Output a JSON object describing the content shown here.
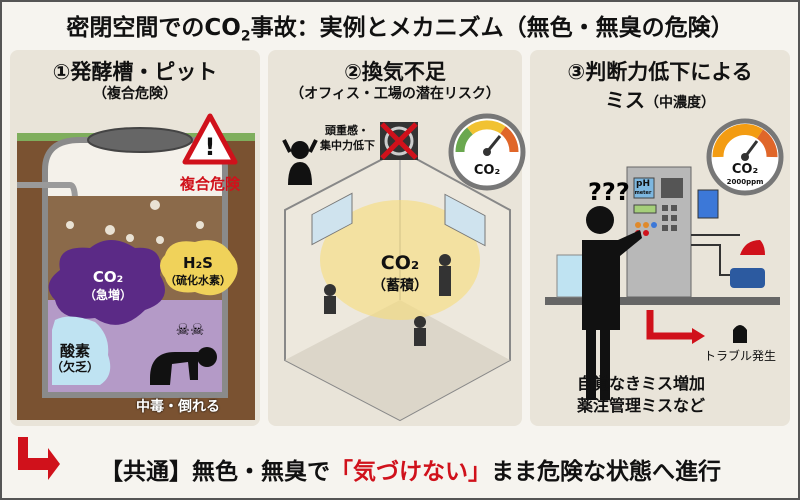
{
  "title": {
    "main": "密閉空間でのCO",
    "sub": "2",
    "rest": "事故：実例とメカニズム（無色・無臭の危険）"
  },
  "panels": [
    {
      "heading": "①発酵槽・ピット",
      "subheading": "（複合危険）",
      "labels": {
        "warning": "複合危険",
        "co2": "CO₂",
        "co2_note": "（急増）",
        "h2s": "H₂S",
        "h2s_note": "（硫化水素）",
        "oxygen": "酸素",
        "oxygen_note": "（欠乏）",
        "result": "中毒・倒れる"
      }
    },
    {
      "heading": "②換気不足",
      "subheading": "（オフィス・工場の潜在リスク）",
      "labels": {
        "symptom_1": "頭重感・",
        "symptom_2": "集中力低下",
        "gauge": "CO₂",
        "co2": "CO₂",
        "co2_note": "（蓄積）"
      }
    },
    {
      "heading": "③判断力低下による",
      "heading_2": "ミス",
      "subheading": "（中濃度）",
      "labels": {
        "gauge": "CO₂",
        "gauge_value": "2000ppm",
        "ph_1": "pH",
        "ph_2": "meter",
        "trouble": "トラブル発生",
        "result_1": "自覚なきミス増加",
        "result_2": "薬注管理ミスなど"
      }
    }
  ],
  "footer": {
    "prefix": "【共通】無色・無臭で",
    "highlight": "「気づけない」",
    "suffix": "まま危険な状態へ進行"
  },
  "colors": {
    "accent_red": "#d0111b",
    "co2_purple": "#5b2a86",
    "h2s_yellow": "#f0d25a",
    "oxygen_blue": "#bfe3f2",
    "panel_bg": "#e9e4d9"
  }
}
